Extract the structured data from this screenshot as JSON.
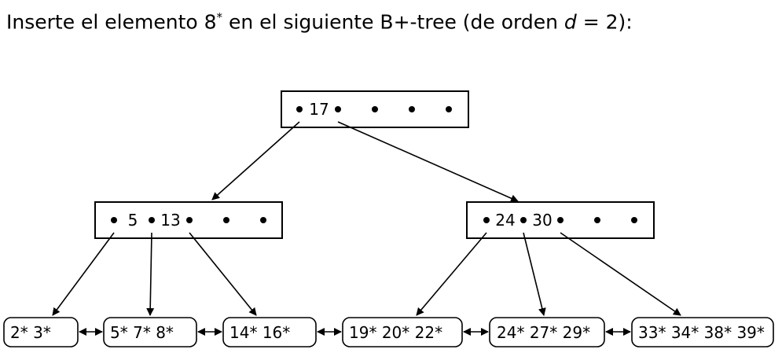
{
  "question": {
    "prefix": "Inserte el elemento 8",
    "star": "*",
    "middle": " en el siguiente B+-tree (de orden ",
    "var": "d",
    "suffix": " = 2):"
  },
  "tree": {
    "root": {
      "keys": [
        "17"
      ]
    },
    "internal_left": {
      "keys": [
        "5",
        "13"
      ]
    },
    "internal_right": {
      "keys": [
        "24",
        "30"
      ]
    },
    "leaves": [
      {
        "entries": [
          "2*",
          "3*"
        ]
      },
      {
        "entries": [
          "5*",
          "7*",
          "8*"
        ]
      },
      {
        "entries": [
          "14*",
          "16*"
        ]
      },
      {
        "entries": [
          "19*",
          "20*",
          "22*"
        ]
      },
      {
        "entries": [
          "24*",
          "27*",
          "29*"
        ]
      },
      {
        "entries": [
          "33*",
          "34*",
          "38*",
          "39*"
        ]
      }
    ]
  }
}
